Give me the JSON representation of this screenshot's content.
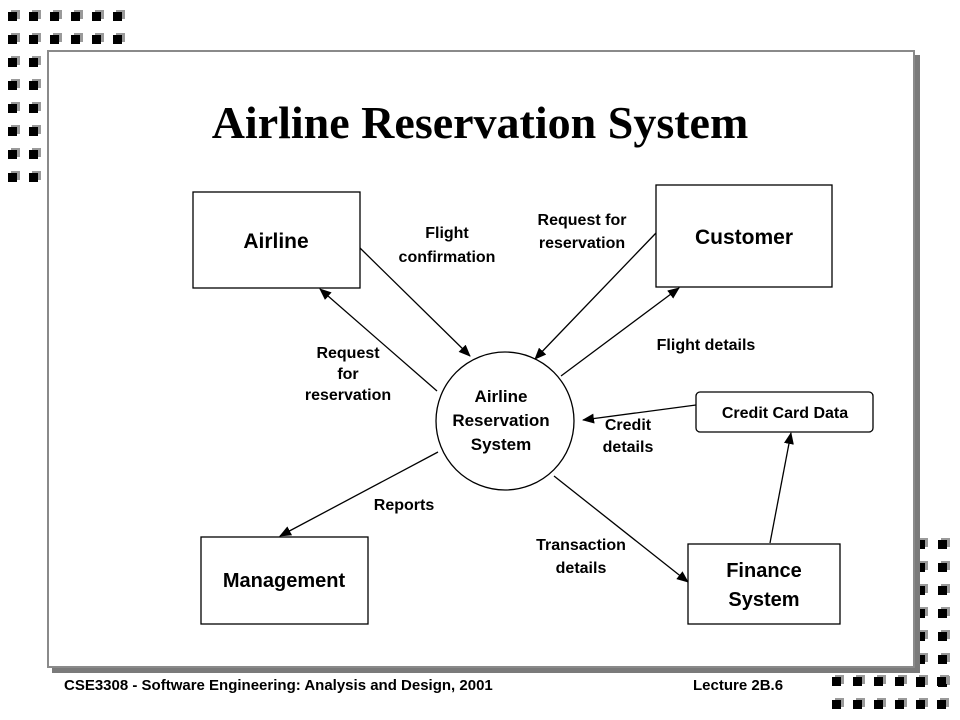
{
  "slide": {
    "title": "Airline Reservation System",
    "footer_left": "CSE3308 - Software Engineering: Analysis and Design, 2001",
    "footer_right": "Lecture 2B.6"
  },
  "diagram": {
    "process": {
      "lines": [
        "Airline",
        "Reservation",
        "System"
      ]
    },
    "entities": {
      "airline": {
        "lines": [
          "Airline"
        ]
      },
      "customer": {
        "lines": [
          "Customer"
        ]
      },
      "management": {
        "lines": [
          "Management"
        ]
      },
      "finance": {
        "lines": [
          "Finance",
          "System"
        ]
      },
      "credit_card_data": {
        "lines": [
          "Credit Card Data"
        ]
      }
    },
    "flows": {
      "flight_confirmation": [
        "Flight",
        "confirmation"
      ],
      "request_from_customer": [
        "Request for",
        "reservation"
      ],
      "request_to_airline": [
        "Request",
        "for",
        "reservation"
      ],
      "flight_details": [
        "Flight details"
      ],
      "credit_details": [
        "Credit",
        "details"
      ],
      "reports": [
        "Reports"
      ],
      "transaction_details": [
        "Transaction",
        "details"
      ]
    }
  },
  "colors": {
    "ink": "#000000",
    "frame": "#8a8a8a",
    "shadow": "#7a7a7a",
    "deco": "#000000"
  }
}
